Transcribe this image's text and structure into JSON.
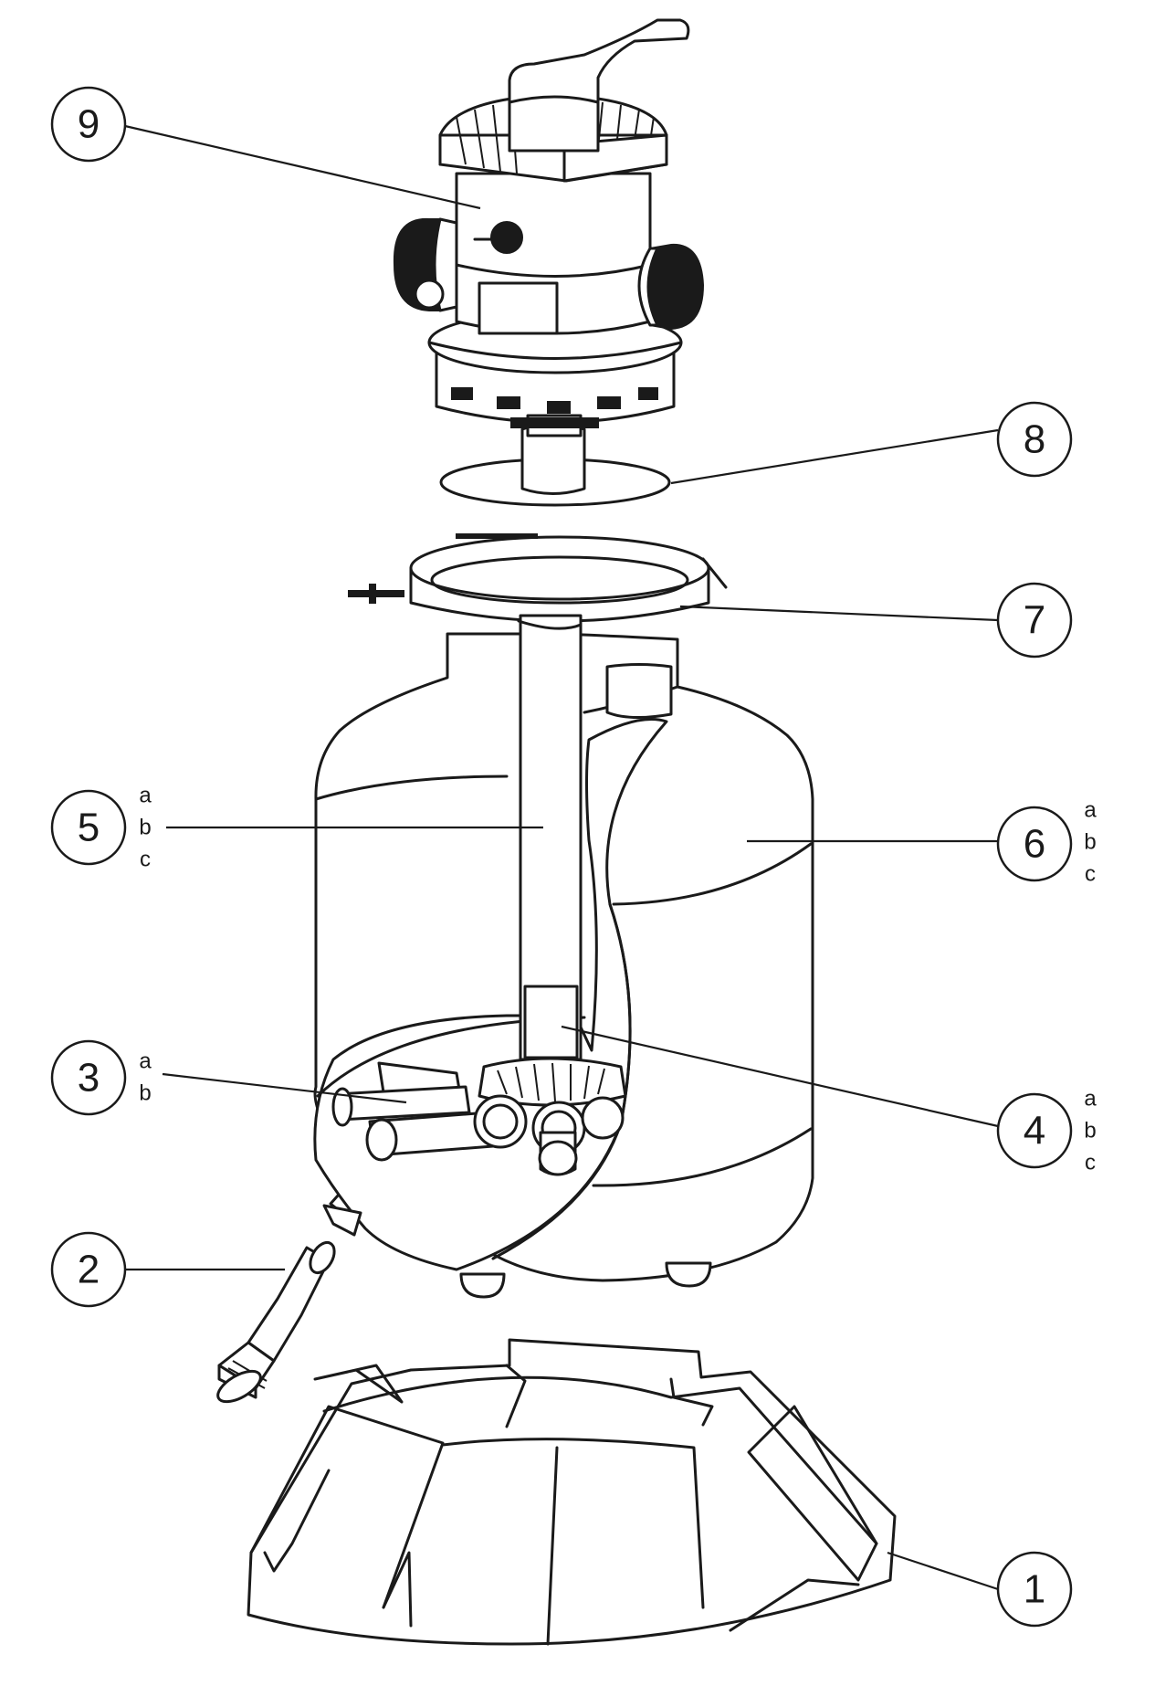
{
  "callouts": [
    {
      "number": "9",
      "subs": []
    },
    {
      "number": "8",
      "subs": []
    },
    {
      "number": "7",
      "subs": []
    },
    {
      "number": "6",
      "subs": [
        "a",
        "b",
        "c"
      ]
    },
    {
      "number": "5",
      "subs": [
        "a",
        "b",
        "c"
      ]
    },
    {
      "number": "4",
      "subs": [
        "a",
        "b",
        "c"
      ]
    },
    {
      "number": "3",
      "subs": [
        "a",
        "b"
      ]
    },
    {
      "number": "2",
      "subs": []
    },
    {
      "number": "1",
      "subs": []
    }
  ]
}
